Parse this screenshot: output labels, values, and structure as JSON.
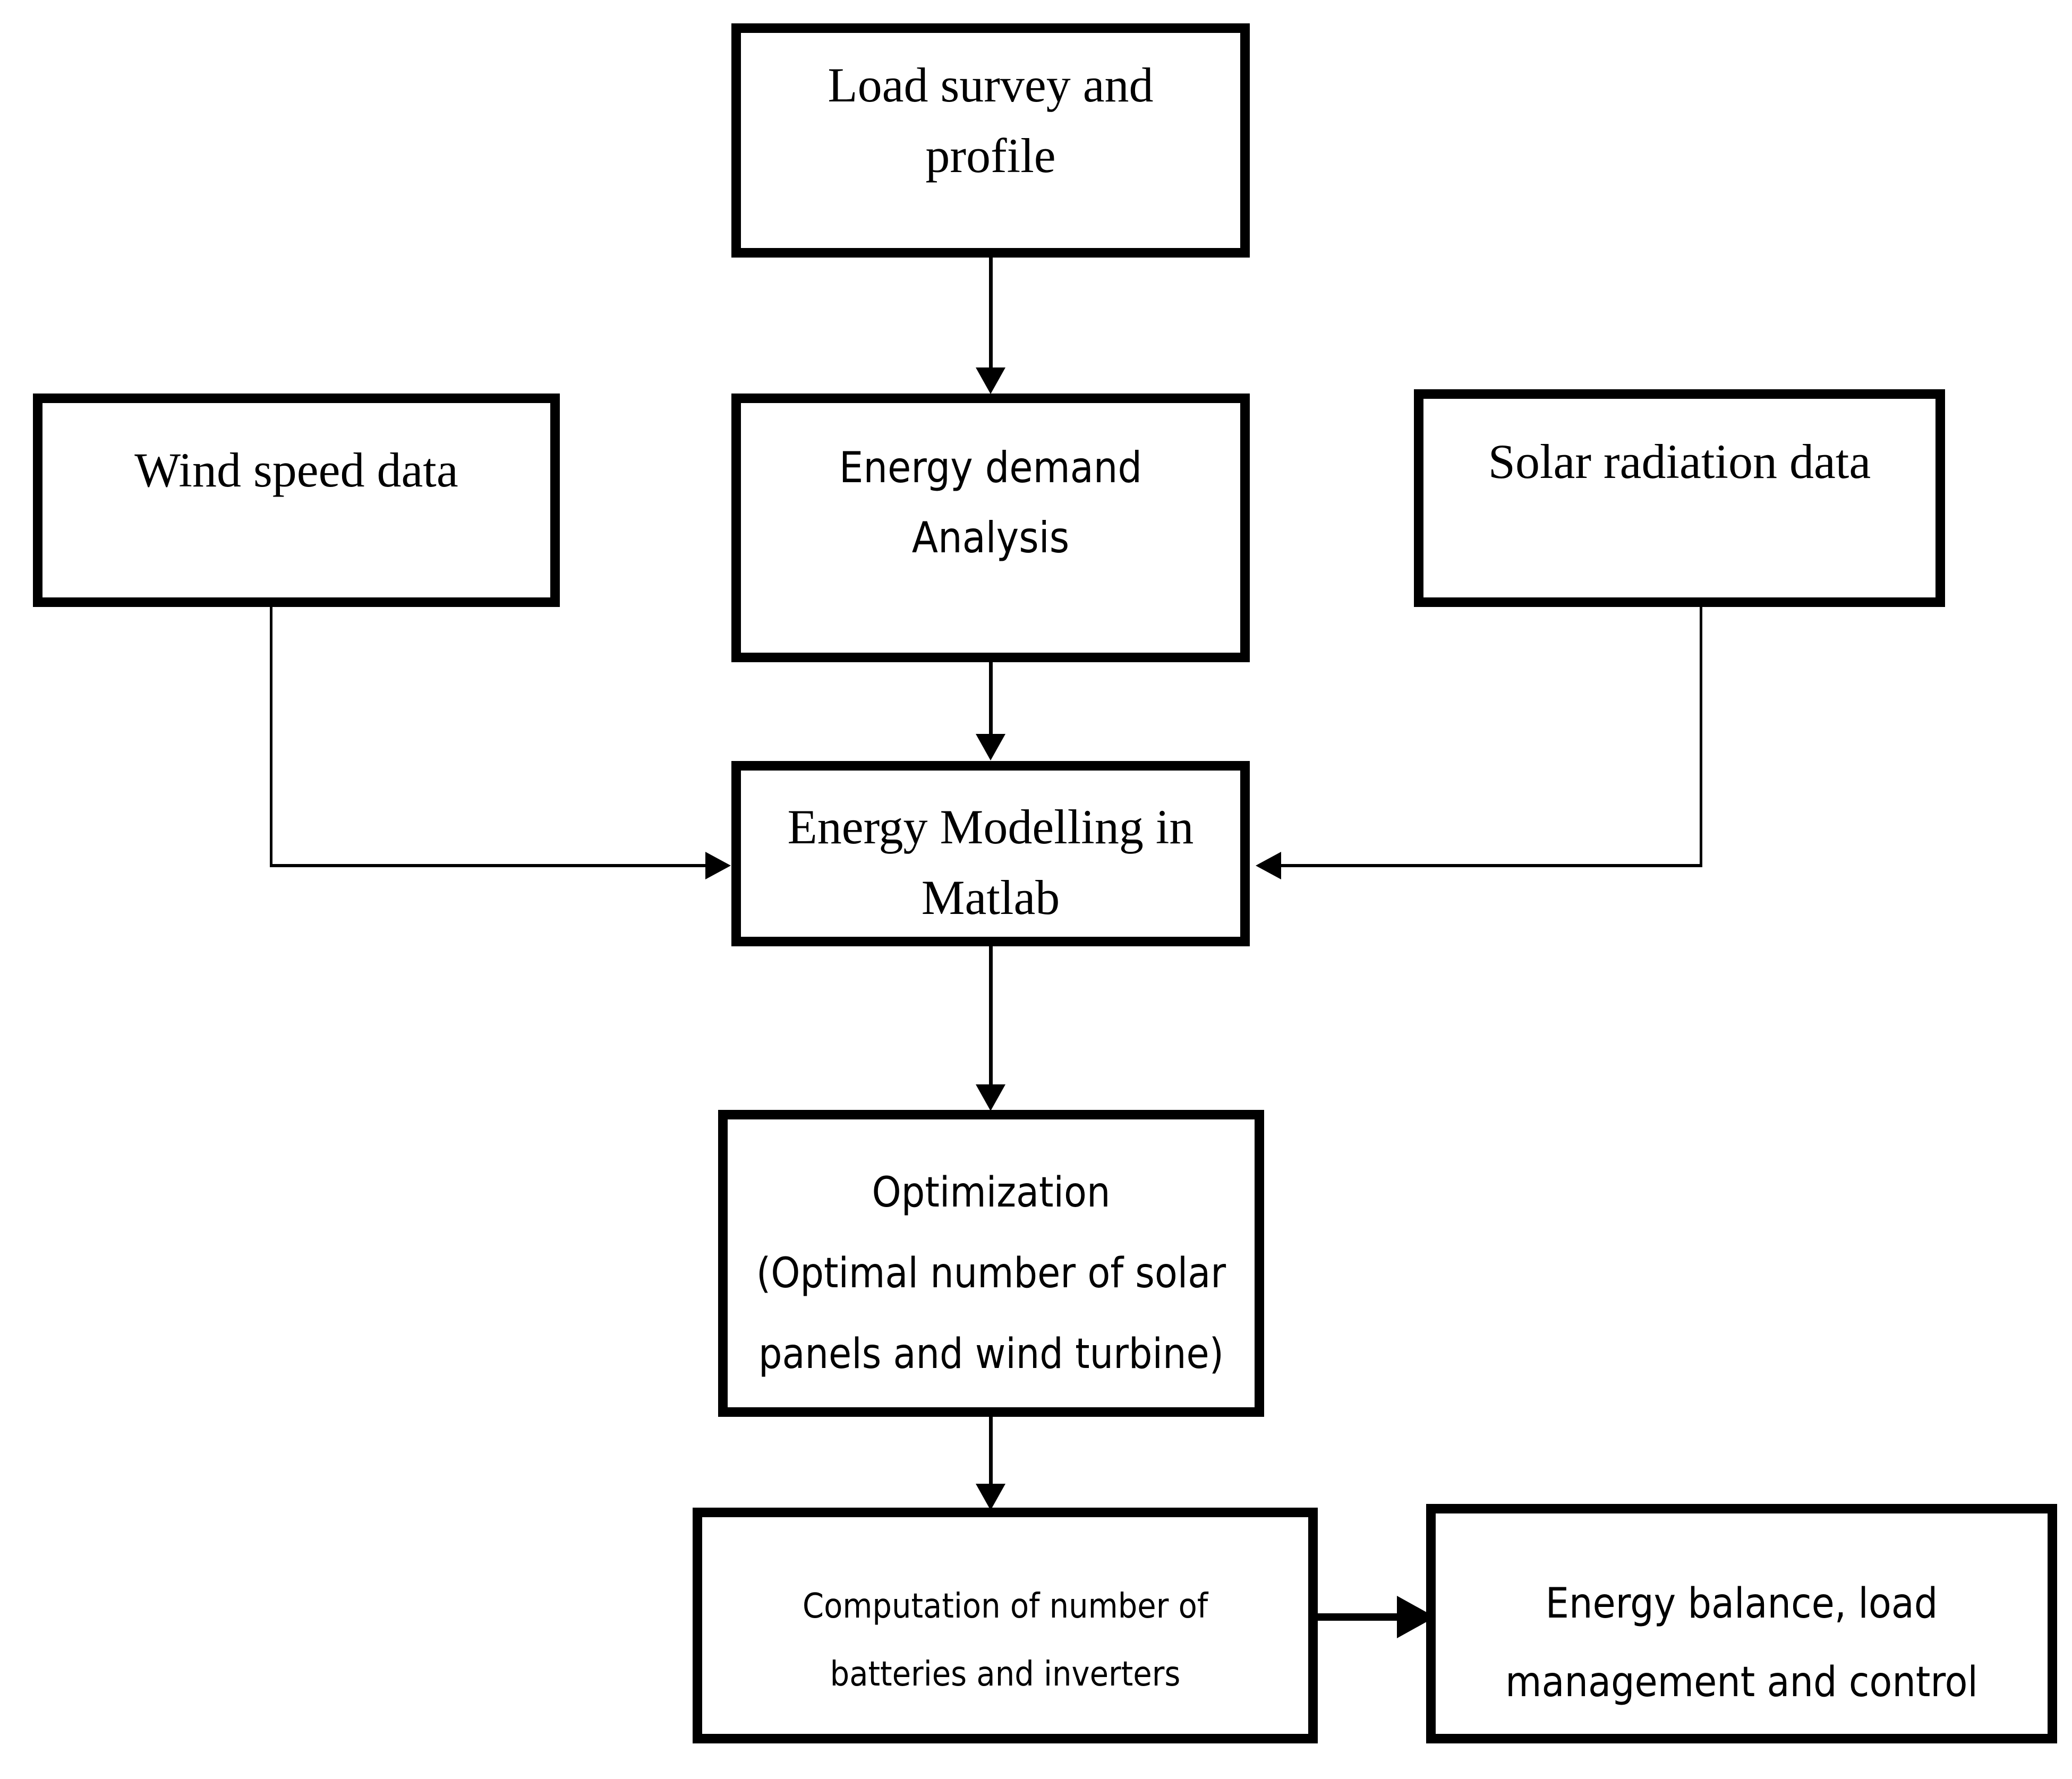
{
  "diagram": {
    "title": "Hybrid renewable energy system design flowchart",
    "type": "flowchart",
    "background_color": "#ffffff",
    "line_color": "#000000",
    "nodes": [
      {
        "id": "load",
        "label": "Load survey and\nprofile",
        "line1": "Load survey and",
        "line2": "profile",
        "font": "serif"
      },
      {
        "id": "wind",
        "label": "Wind speed data",
        "line1": "Wind speed data",
        "line2": "",
        "font": "serif"
      },
      {
        "id": "demand",
        "label": "Energy demand\nAnalysis",
        "line1": "Energy demand",
        "line2": "Analysis",
        "font": "sans"
      },
      {
        "id": "solar",
        "label": "Solar radiation data",
        "line1": "Solar radiation data",
        "line2": "",
        "font": "serif"
      },
      {
        "id": "matlab",
        "label": "Energy Modelling in\nMatlab",
        "line1": "Energy Modelling in",
        "line2": "Matlab",
        "font": "serif"
      },
      {
        "id": "optimize",
        "label": "Optimization\n(Optimal number of solar\npanels and wind turbine)",
        "line1": "Optimization",
        "line2": "(Optimal number of solar",
        "line3": "panels and wind turbine)",
        "font": "sans"
      },
      {
        "id": "compute",
        "label": "Computation of number of\nbatteries and inverters",
        "line1": "Computation of number of",
        "line2": "batteries and inverters",
        "font": "sans"
      },
      {
        "id": "balance",
        "label": "Energy balance, load\nmanagement and control",
        "line1": "Energy balance, load",
        "line2": "management and control",
        "font": "sans"
      }
    ],
    "edges": [
      {
        "from": "load",
        "to": "demand",
        "style": "straight-down"
      },
      {
        "from": "wind",
        "to": "matlab",
        "style": "elbow-right"
      },
      {
        "from": "solar",
        "to": "matlab",
        "style": "elbow-left"
      },
      {
        "from": "demand",
        "to": "matlab",
        "style": "straight-down"
      },
      {
        "from": "matlab",
        "to": "optimize",
        "style": "straight-down"
      },
      {
        "from": "optimize",
        "to": "compute",
        "style": "straight-down"
      },
      {
        "from": "compute",
        "to": "balance",
        "style": "straight-right"
      }
    ]
  }
}
